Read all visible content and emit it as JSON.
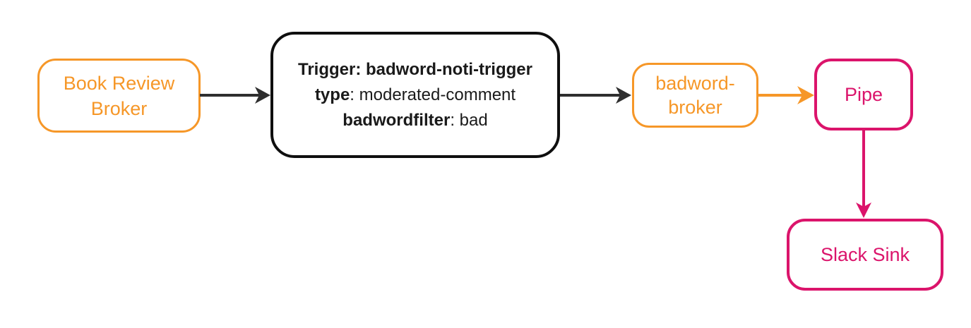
{
  "diagram": {
    "type": "flow-diagram",
    "colors": {
      "orange": "#F69728",
      "pink": "#DB146B",
      "black": "#0F0F0F",
      "arrow_dark": "#2E2E2E"
    },
    "nodes": {
      "book_review_broker": {
        "label": "Book Review Broker",
        "color": "#F69728"
      },
      "trigger": {
        "line1_bold": "Trigger: badword-noti-trigger",
        "line2_bold": "type",
        "line2_rest": ": moderated-comment",
        "line3_bold": "badwordfilter",
        "line3_rest": ": bad",
        "color": "#0F0F0F"
      },
      "badword_broker": {
        "label": "badword-broker",
        "color": "#F69728"
      },
      "pipe": {
        "label": "Pipe",
        "color": "#DB146B"
      },
      "slack_sink": {
        "label": "Slack Sink",
        "color": "#DB146B"
      }
    },
    "edges": [
      {
        "from": "book_review_broker",
        "to": "trigger",
        "color": "#2E2E2E",
        "direction": "right"
      },
      {
        "from": "trigger",
        "to": "badword_broker",
        "color": "#2E2E2E",
        "direction": "right"
      },
      {
        "from": "badword_broker",
        "to": "pipe",
        "color": "#F69728",
        "direction": "right"
      },
      {
        "from": "pipe",
        "to": "slack_sink",
        "color": "#DB146B",
        "direction": "down"
      }
    ]
  }
}
